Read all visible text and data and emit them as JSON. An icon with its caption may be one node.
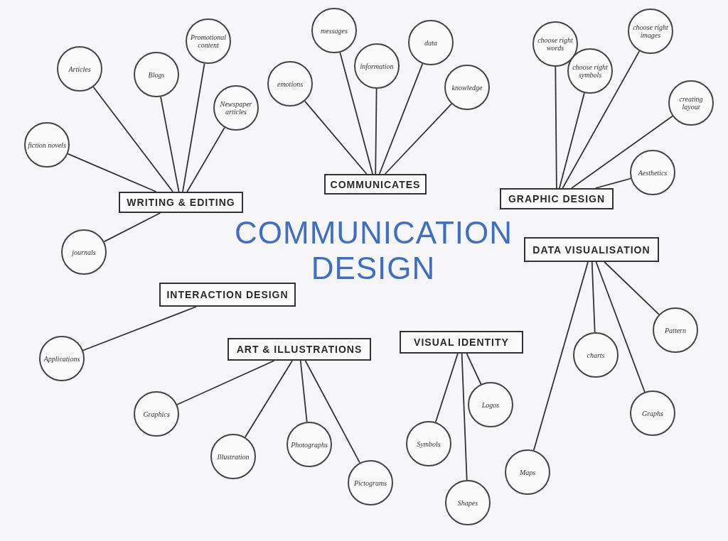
{
  "diagram": {
    "title": "COMMUNICATION DESIGN",
    "nodes": [
      {
        "text": [
          "WRITING & EDITING"
        ]
      },
      {
        "text": [
          "Articles"
        ]
      },
      {
        "text": [
          "Blogs"
        ]
      },
      {
        "text": [
          "Promotional content"
        ]
      },
      {
        "text": [
          "Newspaper articles"
        ]
      },
      {
        "text": [
          "fiction novels"
        ]
      },
      {
        "text": [
          "journals"
        ]
      },
      {
        "text": [
          "COMMUNICATES"
        ]
      },
      {
        "text": [
          "emotions"
        ]
      },
      {
        "text": [
          "messages"
        ]
      },
      {
        "text": [
          "information"
        ]
      },
      {
        "text": [
          "data"
        ]
      },
      {
        "text": [
          "knowledge"
        ]
      },
      {
        "text": [
          "GRAPHIC DESIGN"
        ]
      },
      {
        "text": [
          "choose right words"
        ]
      },
      {
        "text": [
          "choose right symbols"
        ]
      },
      {
        "text": [
          "choose right images"
        ]
      },
      {
        "text": [
          "creating layout"
        ]
      },
      {
        "text": [
          "Aesthetics"
        ]
      },
      {
        "text": [
          "DATA VISUALISATION"
        ]
      },
      {
        "text": [
          "Pattern"
        ]
      },
      {
        "text": [
          "charts"
        ]
      },
      {
        "text": [
          "Graphs"
        ]
      },
      {
        "text": [
          "Maps"
        ]
      },
      {
        "text": [
          "INTERACTION DESIGN"
        ]
      },
      {
        "text": [
          "Applications"
        ]
      },
      {
        "text": [
          "ART & ILLUSTRATIONS"
        ]
      },
      {
        "text": [
          "Graphics"
        ]
      },
      {
        "text": [
          "Illustration"
        ]
      },
      {
        "text": [
          "Photographs"
        ]
      },
      {
        "text": [
          "Pictograms"
        ]
      },
      {
        "text": [
          "VISUAL IDENTITY"
        ]
      },
      {
        "text": [
          "Logos"
        ]
      },
      {
        "text": [
          "Symbols"
        ]
      },
      {
        "text": [
          "Shapes"
        ]
      }
    ],
    "edges": [
      {
        "from": 0,
        "to": 1,
        "arrow": "none"
      },
      {
        "from": 0,
        "to": 2,
        "arrow": "none"
      },
      {
        "from": 0,
        "to": 3,
        "arrow": "none"
      },
      {
        "from": 0,
        "to": 4,
        "arrow": "none"
      },
      {
        "from": 0,
        "to": 5,
        "arrow": "none"
      },
      {
        "from": 0,
        "to": 6,
        "arrow": "none"
      },
      {
        "from": 7,
        "to": 8,
        "arrow": "none"
      },
      {
        "from": 7,
        "to": 9,
        "arrow": "none"
      },
      {
        "from": 7,
        "to": 10,
        "arrow": "none"
      },
      {
        "from": 7,
        "to": 11,
        "arrow": "none"
      },
      {
        "from": 7,
        "to": 12,
        "arrow": "none"
      },
      {
        "from": 13,
        "to": 14,
        "arrow": "none"
      },
      {
        "from": 13,
        "to": 15,
        "arrow": "none"
      },
      {
        "from": 13,
        "to": 16,
        "arrow": "none"
      },
      {
        "from": 13,
        "to": 17,
        "arrow": "none"
      },
      {
        "from": 13,
        "to": 18,
        "arrow": "none"
      },
      {
        "from": 19,
        "to": 20,
        "arrow": "none"
      },
      {
        "from": 19,
        "to": 21,
        "arrow": "none"
      },
      {
        "from": 19,
        "to": 22,
        "arrow": "none"
      },
      {
        "from": 19,
        "to": 23,
        "arrow": "none"
      },
      {
        "from": 24,
        "to": 25,
        "arrow": "none"
      },
      {
        "from": 26,
        "to": 27,
        "arrow": "none"
      },
      {
        "from": 26,
        "to": 28,
        "arrow": "none"
      },
      {
        "from": 26,
        "to": 29,
        "arrow": "none"
      },
      {
        "from": 26,
        "to": 30,
        "arrow": "none"
      },
      {
        "from": 31,
        "to": 32,
        "arrow": "none"
      },
      {
        "from": 31,
        "to": 33,
        "arrow": "none"
      },
      {
        "from": 31,
        "to": 34,
        "arrow": "none"
      }
    ]
  }
}
